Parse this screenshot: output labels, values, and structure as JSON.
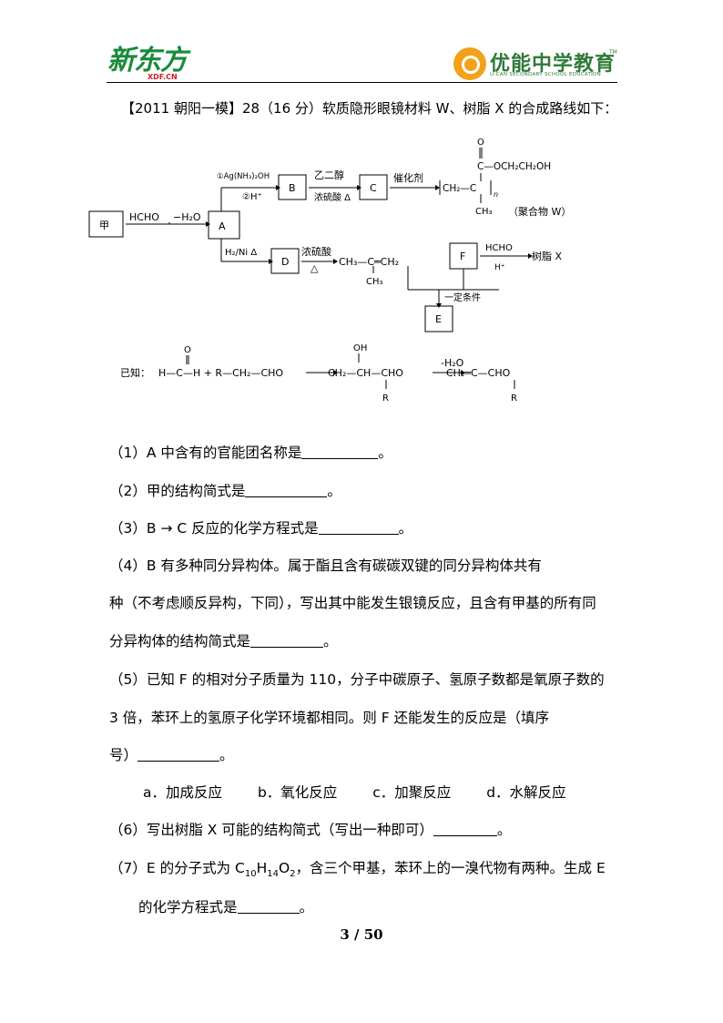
{
  "header": {
    "left_logo": "新东方",
    "left_logo_sub": "XDF.CN",
    "right_logo": "优能中学教育",
    "right_logo_tm": "TM",
    "right_logo_en": "U-CAN SECONDARY SCHOOL EDUCATION"
  },
  "intro": "【2011 朝阳一模】28（16 分）软质隐形眼镜材料 W、树脂 X 的合成路线如下：",
  "scheme": {
    "jia": "甲",
    "hcho": "HCHO",
    "minus_h2o": "−H₂O",
    "A": "A",
    "B": "B",
    "C": "C",
    "D": "D",
    "E": "E",
    "F": "F",
    "step1": "①Ag(NH₃)₂OH",
    "step2": "②H⁺",
    "glycol": "乙二醇",
    "conc_h2so4": "浓硫酸 Δ",
    "catalyst": "催化剂",
    "h2ni": "H₂/Ni Δ",
    "conc_h2so4_b": "浓硫酸",
    "delta": "△",
    "alkene": "CH₃—C═CH₂",
    "alkene_ch3": "CH₃",
    "f_hcho": "HCHO",
    "f_h": "H⁺",
    "resin_x": "树脂 X",
    "condition": "一定条件",
    "poly_o": "O",
    "poly_ester": "C—OCH₂CH₂OH",
    "poly_chain": "CH₂—C",
    "poly_n": "n",
    "poly_ch3": "CH₃",
    "poly_label": "（聚合物 W）",
    "known_label": "已知：",
    "known_o": "O",
    "known_reactants": "H—C—H + R—CH₂—CHO",
    "known_oh": "OH",
    "known_mid": "CH₂—CH—CHO",
    "known_r1": "R",
    "known_minus_h2o": "-H₂O",
    "known_prod": "CH₂═C—CHO",
    "known_r2": "R"
  },
  "questions": {
    "q1": "（1）A  中含有的官能团名称是",
    "q2": "（2）甲的结构简式是",
    "q3": "（3）B → C 反应的化学方程式是",
    "q4_l1": "（4）B  有多种同分异构体。属于酯且含有碳碳双键的同分异构体共有",
    "q4_l2": "种（不考虑顺反异构，下同），写出其中能发生银镜反应，且含有甲基的所有同",
    "q4_l3": "分异构体的结构简式是",
    "q5_l1": "（5）已知 F 的相对分子质量为 110，分子中碳原子、氢原子数都是氧原子数的",
    "q5_l2": "3  倍，苯环上的氢原子化学环境都相同。则  F  还能发生的反应是（填序",
    "q5_l3": "号）",
    "opt_a": "a．加成反应",
    "opt_b": "b．氧化反应",
    "opt_c": "c．加聚反应",
    "opt_d": "d．水解反应",
    "q6": "（6）写出树脂 X 可能的结构简式（写出一种即可）",
    "q7_l1a": "（7）E 的分子式为 C",
    "q7_sub1": "10",
    "q7_h": "H",
    "q7_sub2": "14",
    "q7_o": "O",
    "q7_sub3": "2",
    "q7_l1b": "，含三个甲基，苯环上的一溴代物有两种。生成 E",
    "q7_l2": "的化学方程式是",
    "period": "。"
  },
  "footer": {
    "page": "3 / 50"
  }
}
